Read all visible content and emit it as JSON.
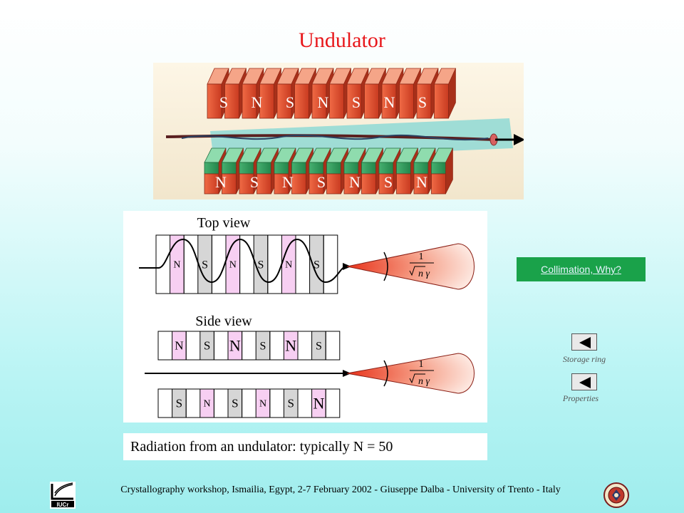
{
  "title": "Undulator",
  "photo": {
    "top_poles": [
      "S",
      "N",
      "S",
      "N",
      "S",
      "N",
      "S"
    ],
    "bottom_poles": [
      "N",
      "S",
      "N",
      "S",
      "N",
      "S",
      "N"
    ]
  },
  "diagram": {
    "top_view_label": "Top view",
    "side_view_label": "Side view",
    "top_view_poles": [
      "N",
      "S",
      "N",
      "S",
      "N",
      "S"
    ],
    "side_upper_poles": [
      "N",
      "S",
      "N",
      "S",
      "N",
      "S"
    ],
    "side_lower_poles": [
      "S",
      "N",
      "S",
      "N",
      "S",
      "N"
    ],
    "formula_numerator": "1",
    "formula_denominator": "n γ"
  },
  "caption": "Radiation from an undulator: typically N = 50",
  "links": {
    "collimation": "Collimation, Why?"
  },
  "nav": {
    "storage_ring": "Storage ring",
    "properties": "Properties"
  },
  "footer": "Crystallography workshop, Ismailia, Egypt, 2-7 February  2002 - Giuseppe Dalba -  University of Trento - Italy",
  "colors": {
    "title": "#e8161a",
    "link_button": "#1aa24a",
    "magnet_red": "#d8472a",
    "magnet_green": "#2a9a5a",
    "pole_pink": "#f7cff2",
    "pole_grey": "#d6d6d6"
  }
}
